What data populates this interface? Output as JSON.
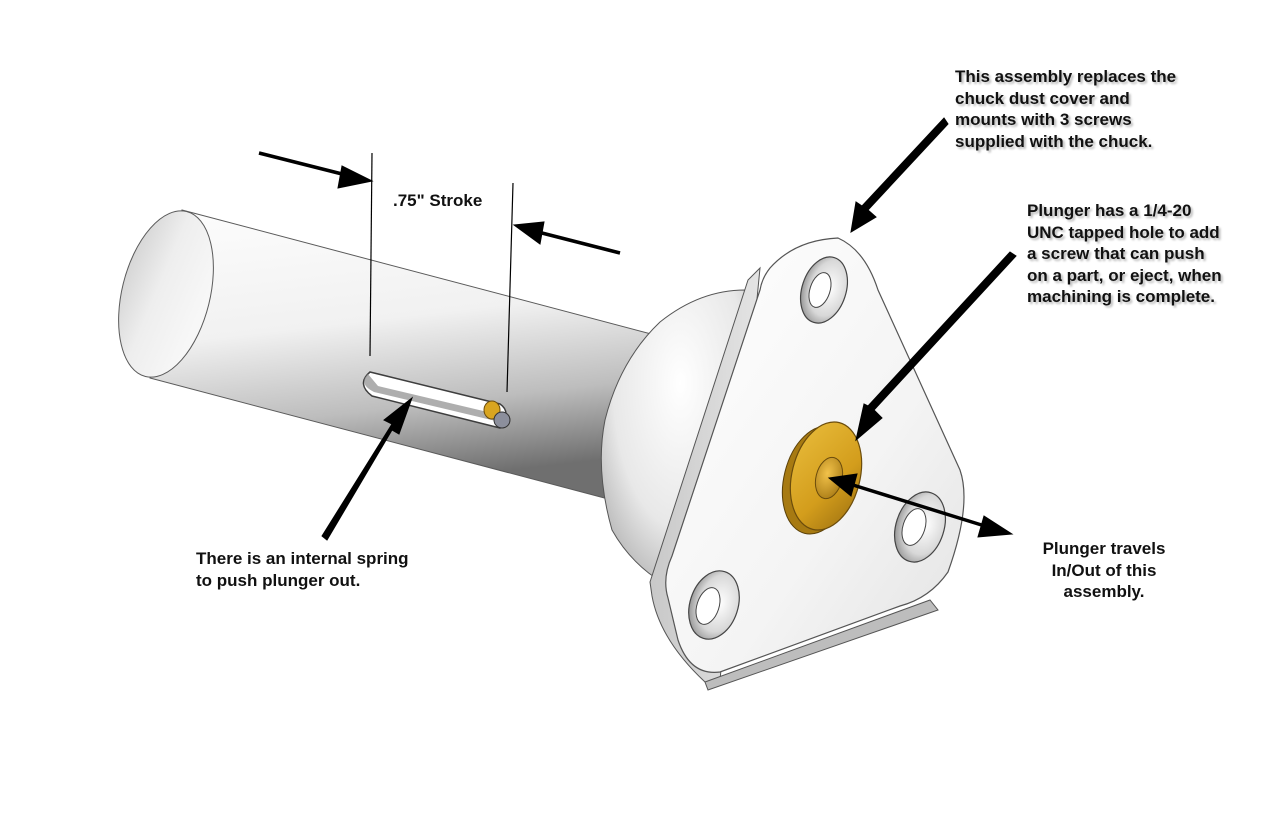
{
  "annotations": {
    "stroke_label": ".75\" Stroke",
    "assembly_note": [
      "This assembly replaces the",
      "chuck dust cover and",
      "mounts with 3 screws",
      "supplied with the chuck."
    ],
    "plunger_hole_note": [
      "Plunger has a 1/4-20",
      "UNC tapped hole to add",
      "a screw that can push",
      "on a part, or eject, when",
      "machining is complete."
    ],
    "spring_note": [
      "There is an internal spring",
      "to push plunger out."
    ],
    "travel_note": [
      "Plunger travels",
      "In/Out of this",
      "assembly."
    ]
  },
  "colors": {
    "part_light": "#f4f4f4",
    "part_mid": "#c9c9c9",
    "part_dark": "#7e7e7e",
    "plunger_brass": "#d9a520",
    "plunger_dark": "#8a6410",
    "arrow": "#000000"
  }
}
